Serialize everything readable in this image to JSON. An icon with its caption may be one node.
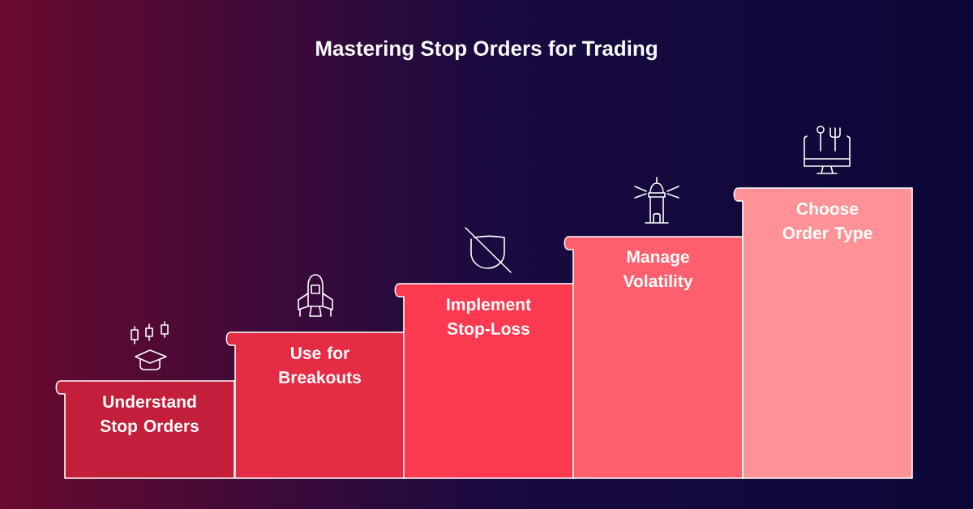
{
  "diagram": {
    "title": "Mastering Stop Orders for Trading",
    "nodes": [
      {
        "text": [
          "Understand Stop Orders"
        ]
      },
      {
        "text": [
          "Use for Breakouts"
        ]
      },
      {
        "text": [
          "Implement Stop-Loss"
        ]
      },
      {
        "text": [
          "Manage Volatility"
        ]
      },
      {
        "text": [
          "Choose Order Type"
        ]
      }
    ]
  }
}
